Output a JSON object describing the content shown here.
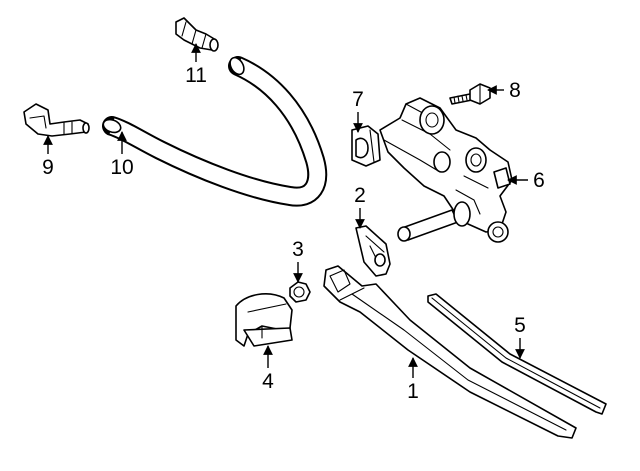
{
  "colors": {
    "line": "#000000",
    "background": "#ffffff",
    "shade": "#d9d9d9"
  },
  "callouts": [
    {
      "id": "1",
      "label": "1"
    },
    {
      "id": "2",
      "label": "2"
    },
    {
      "id": "3",
      "label": "3"
    },
    {
      "id": "4",
      "label": "4"
    },
    {
      "id": "5",
      "label": "5"
    },
    {
      "id": "6",
      "label": "6"
    },
    {
      "id": "7",
      "label": "7"
    },
    {
      "id": "8",
      "label": "8"
    },
    {
      "id": "9",
      "label": "9"
    },
    {
      "id": "10",
      "label": "10"
    },
    {
      "id": "11",
      "label": "11"
    }
  ]
}
